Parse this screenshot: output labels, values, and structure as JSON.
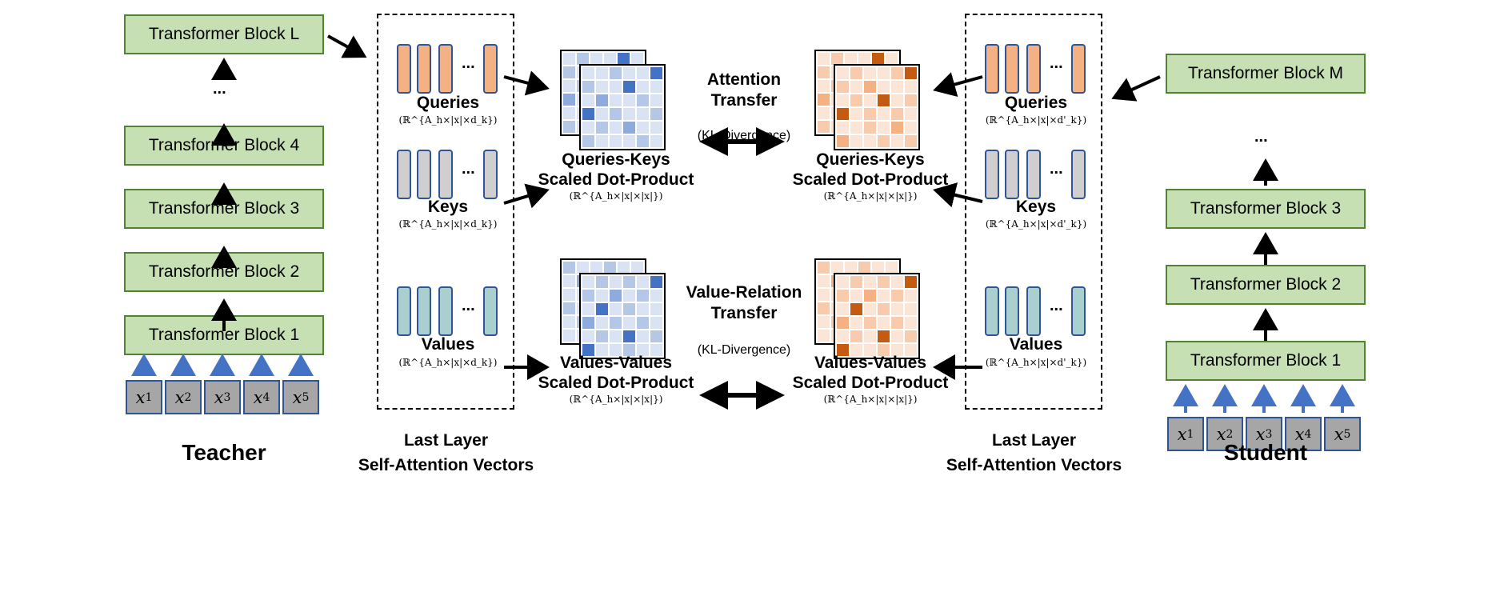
{
  "teacher": {
    "title": "Teacher",
    "blocks": [
      "Transformer Block 1",
      "Transformer Block 2",
      "Transformer Block 3",
      "Transformer Block 4",
      "Transformer Block L"
    ],
    "ellipsis": "...",
    "inputs": [
      {
        "sym": "x",
        "idx": "1"
      },
      {
        "sym": "x",
        "idx": "2"
      },
      {
        "sym": "x",
        "idx": "3"
      },
      {
        "sym": "x",
        "idx": "4"
      },
      {
        "sym": "x",
        "idx": "5"
      }
    ]
  },
  "student": {
    "title": "Student",
    "blocks": [
      "Transformer Block 1",
      "Transformer Block 2",
      "Transformer Block 3",
      "Transformer Block M"
    ],
    "ellipsis": "...",
    "inputs": [
      {
        "sym": "x",
        "idx": "1"
      },
      {
        "sym": "x",
        "idx": "2"
      },
      {
        "sym": "x",
        "idx": "3"
      },
      {
        "sym": "x",
        "idx": "4"
      },
      {
        "sym": "x",
        "idx": "5"
      }
    ]
  },
  "teacher_vectors": {
    "caption_line1": "Last Layer",
    "caption_line2": "Self-Attention Vectors",
    "queries": {
      "label": "Queries",
      "dim": "(ℝ^{A_h×|x|×d_k})"
    },
    "keys": {
      "label": "Keys",
      "dim": "(ℝ^{A_h×|x|×d_k})"
    },
    "values": {
      "label": "Values",
      "dim": "(ℝ^{A_h×|x|×d_k})"
    },
    "ellipsis": "..."
  },
  "student_vectors": {
    "caption_line1": "Last Layer",
    "caption_line2": "Self-Attention Vectors",
    "queries": {
      "label": "Queries",
      "dim": "(ℝ^{A_h×|x|×d'_k})"
    },
    "keys": {
      "label": "Keys",
      "dim": "(ℝ^{A_h×|x|×d'_k})"
    },
    "values": {
      "label": "Values",
      "dim": "(ℝ^{A_h×|x|×d'_k})"
    },
    "ellipsis": "..."
  },
  "products": {
    "qk_line1": "Queries-Keys",
    "qk_line2": "Scaled Dot-Product",
    "qk_dim": "(ℝ^{A_h×|x|×|x|})",
    "vv_line1": "Values-Values",
    "vv_line2": "Scaled Dot-Product",
    "vv_dim": "(ℝ^{A_h×|x|×|x|})"
  },
  "transfers": {
    "attention_line1": "Attention",
    "attention_line2": "Transfer",
    "attention_note": "(KL-Divergence)",
    "value_line1": "Value-Relation",
    "value_line2": "Transfer",
    "value_note": "(KL-Divergence)"
  },
  "colors": {
    "block_fill": "#c6e0b4",
    "token_fill": "#a6a6a6",
    "query_fill": "#f4b183",
    "key_fill": "#d0cece",
    "value_fill": "#a9cfce",
    "input_arrow": "#4472c4",
    "blue_palette": [
      "#dae3f3",
      "#b4c7e7",
      "#8faadc",
      "#4472c4"
    ],
    "orange_palette": [
      "#fbe5d6",
      "#f8cbad",
      "#f4b183",
      "#c55a11"
    ]
  },
  "matrices": {
    "teacher_qk_back": [
      [
        0,
        1,
        0,
        0,
        3,
        0
      ],
      [
        1,
        0,
        2,
        0,
        0,
        1
      ],
      [
        0,
        1,
        0,
        3,
        0,
        0
      ],
      [
        2,
        0,
        1,
        0,
        1,
        0
      ],
      [
        0,
        0,
        1,
        0,
        2,
        1
      ],
      [
        1,
        0,
        0,
        1,
        0,
        0
      ]
    ],
    "teacher_qk_front": [
      [
        0,
        0,
        1,
        0,
        0,
        3
      ],
      [
        1,
        0,
        0,
        3,
        0,
        0
      ],
      [
        0,
        2,
        0,
        0,
        1,
        0
      ],
      [
        3,
        0,
        1,
        0,
        0,
        1
      ],
      [
        0,
        1,
        0,
        2,
        0,
        0
      ],
      [
        1,
        0,
        0,
        0,
        1,
        0
      ]
    ],
    "teacher_vv_back": [
      [
        1,
        0,
        0,
        1,
        0,
        0
      ],
      [
        0,
        2,
        0,
        0,
        1,
        0
      ],
      [
        0,
        0,
        3,
        0,
        0,
        1
      ],
      [
        1,
        0,
        0,
        2,
        0,
        0
      ],
      [
        0,
        1,
        0,
        0,
        3,
        0
      ],
      [
        0,
        0,
        1,
        0,
        0,
        2
      ]
    ],
    "teacher_vv_front": [
      [
        0,
        1,
        0,
        1,
        0,
        3
      ],
      [
        1,
        0,
        2,
        0,
        1,
        0
      ],
      [
        0,
        3,
        0,
        1,
        0,
        0
      ],
      [
        2,
        0,
        1,
        0,
        1,
        0
      ],
      [
        0,
        1,
        0,
        3,
        0,
        1
      ],
      [
        3,
        0,
        0,
        1,
        0,
        0
      ]
    ],
    "student_qk_back": [
      [
        0,
        1,
        0,
        0,
        3,
        0
      ],
      [
        1,
        0,
        2,
        0,
        0,
        1
      ],
      [
        0,
        1,
        0,
        3,
        0,
        0
      ],
      [
        2,
        0,
        1,
        0,
        1,
        0
      ],
      [
        0,
        0,
        1,
        0,
        2,
        1
      ],
      [
        1,
        0,
        0,
        1,
        0,
        0
      ]
    ],
    "student_qk_front": [
      [
        0,
        1,
        0,
        0,
        1,
        3
      ],
      [
        1,
        0,
        2,
        0,
        0,
        0
      ],
      [
        0,
        1,
        0,
        3,
        0,
        1
      ],
      [
        3,
        0,
        1,
        0,
        1,
        0
      ],
      [
        0,
        0,
        1,
        0,
        2,
        0
      ],
      [
        2,
        0,
        0,
        1,
        0,
        1
      ]
    ],
    "student_vv_back": [
      [
        1,
        0,
        0,
        1,
        0,
        0
      ],
      [
        0,
        2,
        0,
        0,
        1,
        0
      ],
      [
        0,
        0,
        3,
        0,
        0,
        1
      ],
      [
        1,
        0,
        0,
        2,
        0,
        0
      ],
      [
        0,
        1,
        0,
        0,
        3,
        0
      ],
      [
        0,
        0,
        1,
        0,
        0,
        2
      ]
    ],
    "student_vv_front": [
      [
        0,
        1,
        0,
        1,
        0,
        3
      ],
      [
        1,
        0,
        2,
        0,
        1,
        0
      ],
      [
        0,
        3,
        0,
        1,
        0,
        0
      ],
      [
        2,
        0,
        1,
        0,
        1,
        0
      ],
      [
        0,
        1,
        0,
        3,
        0,
        1
      ],
      [
        3,
        0,
        0,
        1,
        0,
        0
      ]
    ]
  }
}
